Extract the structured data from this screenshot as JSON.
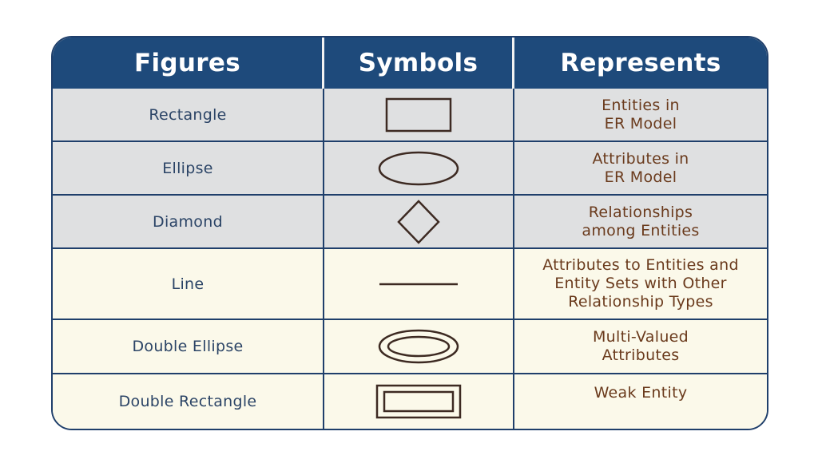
{
  "header": {
    "figures": "Figures",
    "symbols": "Symbols",
    "represents": "Represents"
  },
  "rows": [
    {
      "figure": "Rectangle",
      "symbol_icon": "rectangle-icon",
      "represents": "Entities in\nER Model",
      "shade": "grey"
    },
    {
      "figure": "Ellipse",
      "symbol_icon": "ellipse-icon",
      "represents": "Attributes in\nER Model",
      "shade": "grey"
    },
    {
      "figure": "Diamond",
      "symbol_icon": "diamond-icon",
      "represents": "Relationships\namong Entities",
      "shade": "grey"
    },
    {
      "figure": "Line",
      "symbol_icon": "line-icon",
      "represents": "Attributes to Entities and\nEntity Sets with Other\nRelationship Types",
      "shade": "cream"
    },
    {
      "figure": "Double Ellipse",
      "symbol_icon": "double-ellipse-icon",
      "represents": "Multi-Valued\nAttributes",
      "shade": "cream"
    },
    {
      "figure": "Double Rectangle",
      "symbol_icon": "double-rectangle-icon",
      "represents": "Weak Entity",
      "shade": "cream"
    }
  ],
  "colors": {
    "header_bg": "#1e4a7b",
    "border": "#1f3f6b",
    "figure_text": "#2b4466",
    "represents_text": "#6a3a1c",
    "symbol_stroke": "#3d2a22",
    "grey_row": "#dfe0e1",
    "cream_row": "#fbf9ea"
  }
}
